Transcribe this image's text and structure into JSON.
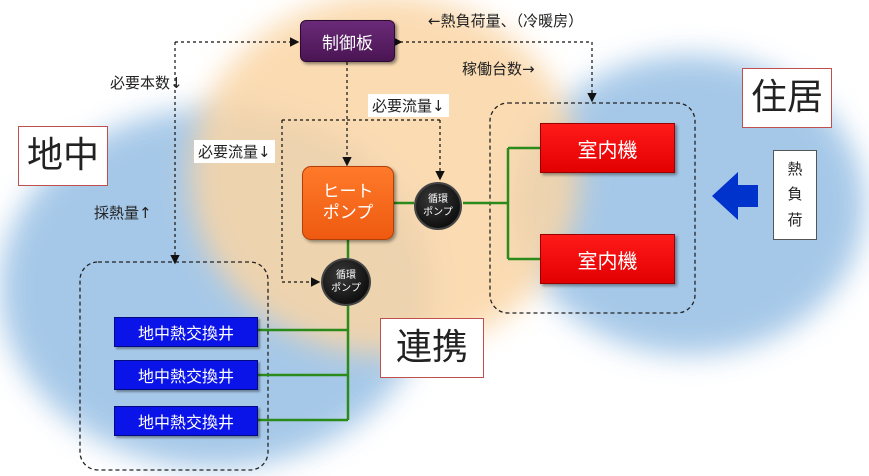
{
  "regions": {
    "ground": "地中",
    "residence": "住居",
    "link": "連携"
  },
  "control_board": "制御板",
  "heat_pump": {
    "line1": "ヒート",
    "line2": "ポンプ"
  },
  "circulation_pump": {
    "line1": "循環",
    "line2": "ポンプ"
  },
  "indoor_units": [
    "室内機",
    "室内機"
  ],
  "ground_heat_exchange_wells": [
    "地中熱交換井",
    "地中熱交換井",
    "地中熱交換井"
  ],
  "heat_load_box": [
    "熱",
    "負",
    "荷"
  ],
  "signals": {
    "heat_load_top": "←熱負荷量、（冷暖房）",
    "operating_units": "稼働台数→",
    "required_wells": "必要本数↓",
    "required_flow_right": "必要流量↓",
    "required_flow_left": "必要流量↓",
    "heat_collection": "採熱量↑"
  },
  "colors": {
    "ground_zone": "#9dc3e6",
    "link_zone": "#fad5a5",
    "control_board": "#5a1e66",
    "heat_pump": "#ff6a1a",
    "indoor_unit": "#ff0000",
    "well": "#0a14e8",
    "pipe": "#2a8a1a",
    "arrow": "#0033cc"
  }
}
